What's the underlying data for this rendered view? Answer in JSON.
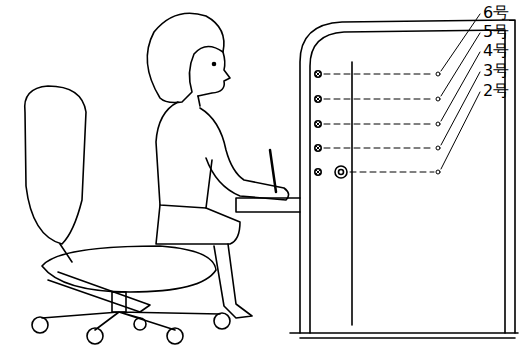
{
  "diagram": {
    "labels": [
      "6号",
      "5号",
      "4号",
      "3号",
      "2号"
    ]
  }
}
